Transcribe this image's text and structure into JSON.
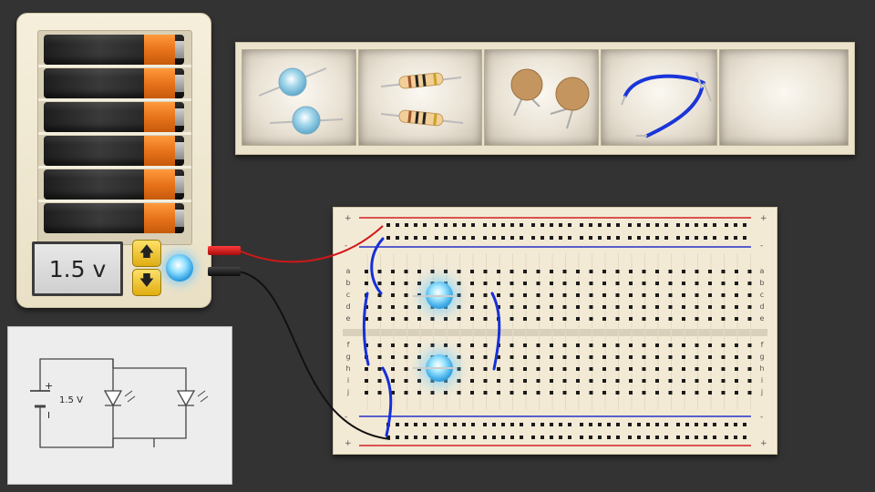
{
  "battery": {
    "cell_count": 6,
    "voltage_display": "1.5 v",
    "increase_icon": "up-arrow-icon",
    "decrease_icon": "down-arrow-icon",
    "power_indicator_state": "on",
    "colors": {
      "cell_body": "#2a2a2a",
      "cell_band": "#e8731a"
    }
  },
  "schematic": {
    "source_label": "1.5 V",
    "plus_sign": "+",
    "minus_sign": "I",
    "components": [
      "battery",
      "led",
      "led"
    ]
  },
  "parts_tray": {
    "bins": [
      {
        "part": "led",
        "count": 2
      },
      {
        "part": "resistor",
        "count": 2
      },
      {
        "part": "capacitor",
        "count": 2
      },
      {
        "part": "jumper-wire",
        "count": 1
      },
      {
        "part": "empty",
        "count": 0
      }
    ]
  },
  "breadboard": {
    "rows_top": [
      "a",
      "b",
      "c",
      "d",
      "e"
    ],
    "rows_bottom": [
      "f",
      "g",
      "h",
      "i",
      "j"
    ],
    "rail_plus": "+",
    "rail_minus": "-",
    "placed_leds": 2,
    "colors": {
      "rail_red": "#d22020",
      "rail_blue": "#2430c8",
      "wire": "#1530d8"
    }
  },
  "probes": {
    "red": "#d01818",
    "black": "#111111"
  }
}
